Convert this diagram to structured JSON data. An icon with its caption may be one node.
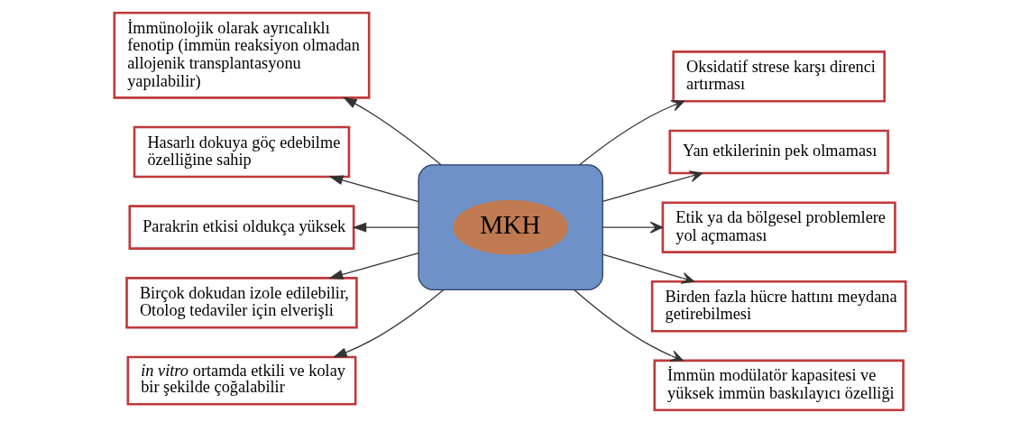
{
  "diagram": {
    "nodes": [
      {
        "text": [],
        "shape": "star"
      },
      {
        "text": [
          "MKH"
        ],
        "in": 0
      },
      {
        "text": [
          "İmmünolojik olarak ayrıcalıklı fenotip (immün reaksiyon olmadan allojenik transplantasyonu yapılabilir)"
        ]
      },
      {
        "text": [
          "Hasarlı dokuya göç edebilme özelliğine sahip"
        ]
      },
      {
        "text": [
          "Oksidatif strese karşı direnci artırması"
        ]
      },
      {
        "text": [
          "Parakrin etkisi oldukça yüksek"
        ]
      },
      {
        "text": [
          "Yan etkilerinin pek olmaması"
        ]
      },
      {
        "text": [
          "Birçok dokudan izole edilebilir, Otolog tedaviler için elverişli"
        ]
      },
      {
        "text": [
          "Etik ya da bölgesel problemlere yol açmaması"
        ]
      },
      {
        "text": [
          "Birden fazla hücre hattını meydana getirebilmesi"
        ]
      },
      {
        "text": [
          "*in vitro* ortamda etkili ve kolay bir şekilde çoğalabilir"
        ]
      },
      {
        "text": [
          "İmmün modülatör kapasitesi ve yüksek immün baskılayıcı özelliği"
        ]
      }
    ],
    "edges": [
      {
        "from": 0,
        "to": 2,
        "arrow": "to"
      },
      {
        "from": 0,
        "to": 3,
        "arrow": "to"
      },
      {
        "from": 0,
        "to": 4,
        "arrow": "to"
      },
      {
        "from": 0,
        "to": 5,
        "arrow": "to"
      },
      {
        "from": 0,
        "to": 6,
        "arrow": "to"
      },
      {
        "from": 0,
        "to": 7,
        "arrow": "to"
      },
      {
        "from": 0,
        "to": 8,
        "arrow": "to"
      },
      {
        "from": 0,
        "to": 9,
        "arrow": "to"
      },
      {
        "from": 0,
        "to": 10,
        "arrow": "to"
      },
      {
        "from": 0,
        "to": 11,
        "arrow": "to"
      }
    ]
  }
}
